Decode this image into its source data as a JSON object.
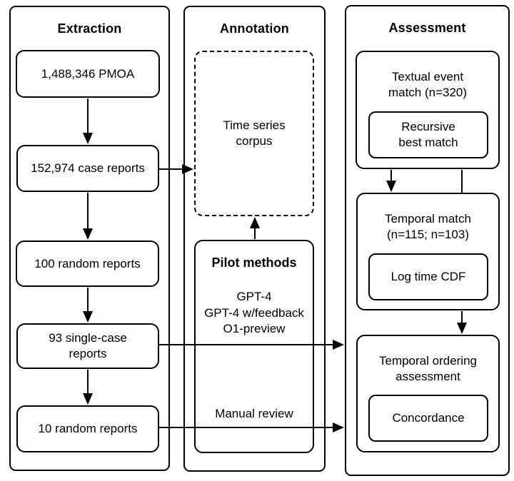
{
  "diagram": {
    "colors": {
      "ink": "#000000",
      "background": "#ffffff"
    },
    "columns": {
      "extraction": {
        "title": "Extraction",
        "nodes": {
          "pmoa": "1,488,346 PMOA",
          "case_reports": "152,974 case reports",
          "random_100": "100 random reports",
          "single_case": "93 single-case\nreports",
          "random_10": "10 random reports"
        }
      },
      "annotation": {
        "title": "Annotation",
        "corpus": "Time series\ncorpus",
        "pilot_title": "Pilot methods",
        "pilot_methods": "GPT-4\nGPT-4 w/feedback\nO1-preview",
        "manual_review": "Manual review"
      },
      "assessment": {
        "title": "Assessment",
        "textual_event": "Textual event\nmatch (n=320)",
        "recursive_best_match": "Recursive\nbest match",
        "temporal_match": "Temporal match\n(n=115; n=103)",
        "log_time_cdf": "Log time CDF",
        "temporal_ordering": "Temporal ordering\nassessment",
        "concordance": "Concordance"
      }
    }
  }
}
